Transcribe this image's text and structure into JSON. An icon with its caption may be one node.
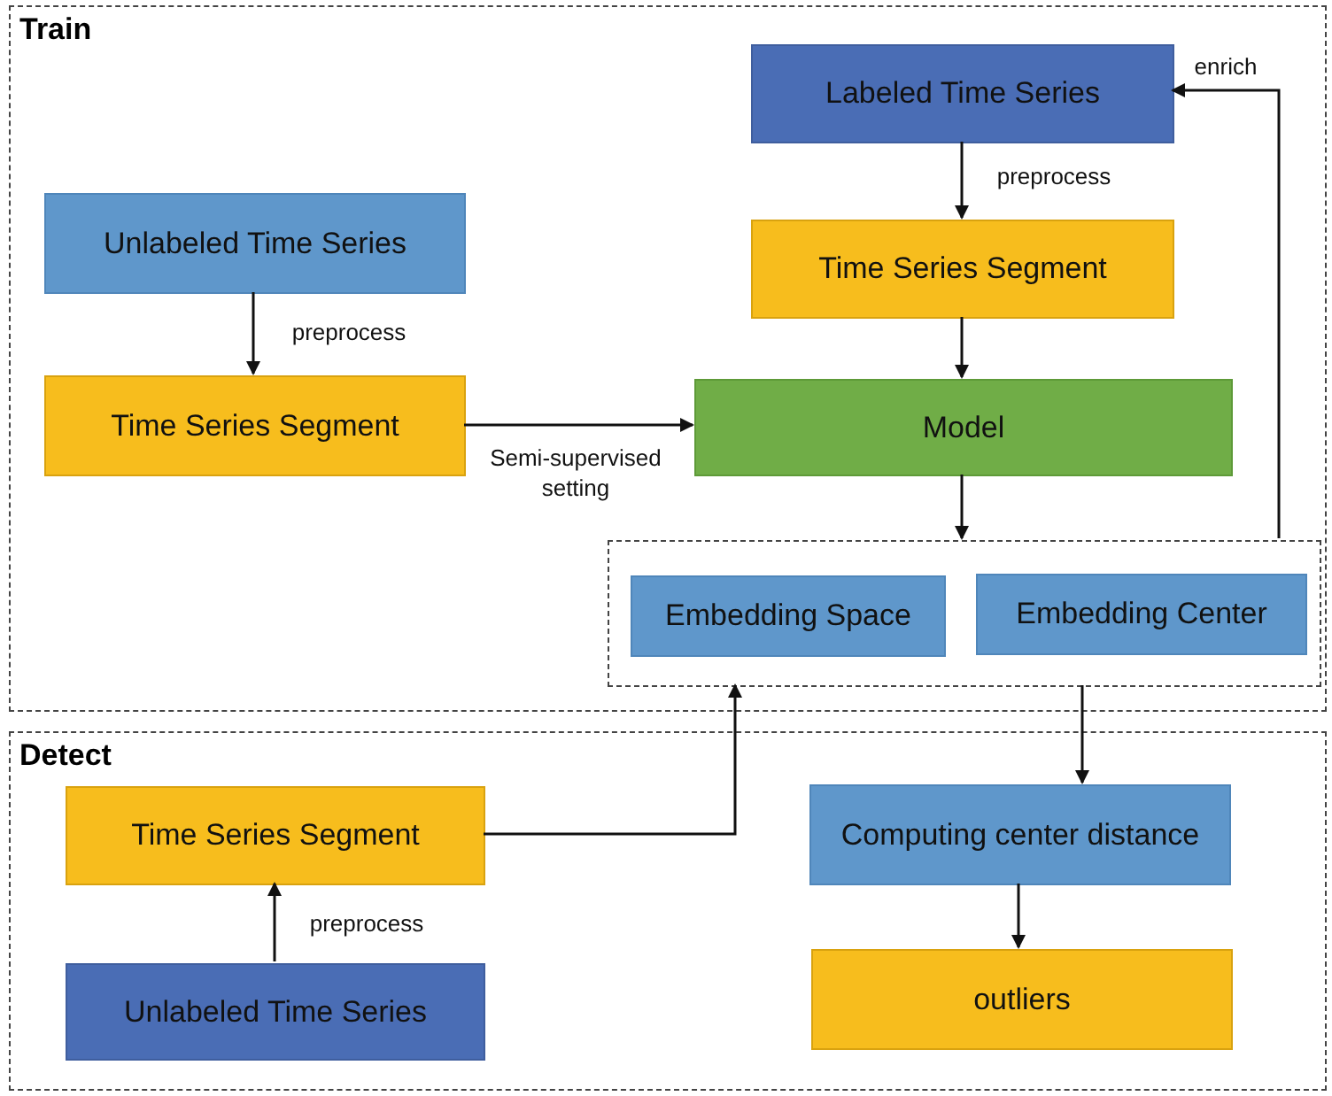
{
  "diagram": {
    "nodes": [
      {
        "text": [
          "Train"
        ]
      },
      {
        "text": [
          "Labeled Time Series"
        ],
        "in": 0
      },
      {
        "text": [
          "Unlabeled Time Series"
        ],
        "in": 0
      },
      {
        "text": [
          "Time Series Segment"
        ],
        "in": 0
      },
      {
        "text": [
          "Time Series Segment"
        ],
        "in": 0
      },
      {
        "text": [
          "Model"
        ],
        "in": 0
      },
      {
        "text": [],
        "shape": "box",
        "in": 0
      },
      {
        "text": [
          "Embedding Space"
        ],
        "in": 6
      },
      {
        "text": [
          "Embedding Center"
        ],
        "in": 6
      },
      {
        "text": [
          "Detect"
        ]
      },
      {
        "text": [
          "Time Series Segment"
        ],
        "in": 9
      },
      {
        "text": [
          "Unlabeled Time Series"
        ],
        "in": 9
      },
      {
        "text": [
          "Computing center distance"
        ],
        "in": 9
      },
      {
        "text": [
          "outliers"
        ],
        "in": 9
      }
    ],
    "edges": [
      {
        "from": 2,
        "to": 4,
        "arrow": "to",
        "label": "preprocess"
      },
      {
        "from": 1,
        "to": 3,
        "arrow": "to",
        "label": "preprocess"
      },
      {
        "from": 3,
        "to": 5,
        "arrow": "to"
      },
      {
        "from": 4,
        "to": 5,
        "arrow": "to",
        "label": "Semi-supervised setting"
      },
      {
        "from": 5,
        "to": 6,
        "arrow": "to"
      },
      {
        "from": 6,
        "to": 1,
        "arrow": "to",
        "label": "enrich"
      },
      {
        "from": 11,
        "to": 10,
        "arrow": "to",
        "label": "preprocess"
      },
      {
        "from": 10,
        "to": 6,
        "arrow": "to"
      },
      {
        "from": 6,
        "to": 12,
        "arrow": "to"
      },
      {
        "from": 12,
        "to": 13,
        "arrow": "to"
      }
    ]
  }
}
